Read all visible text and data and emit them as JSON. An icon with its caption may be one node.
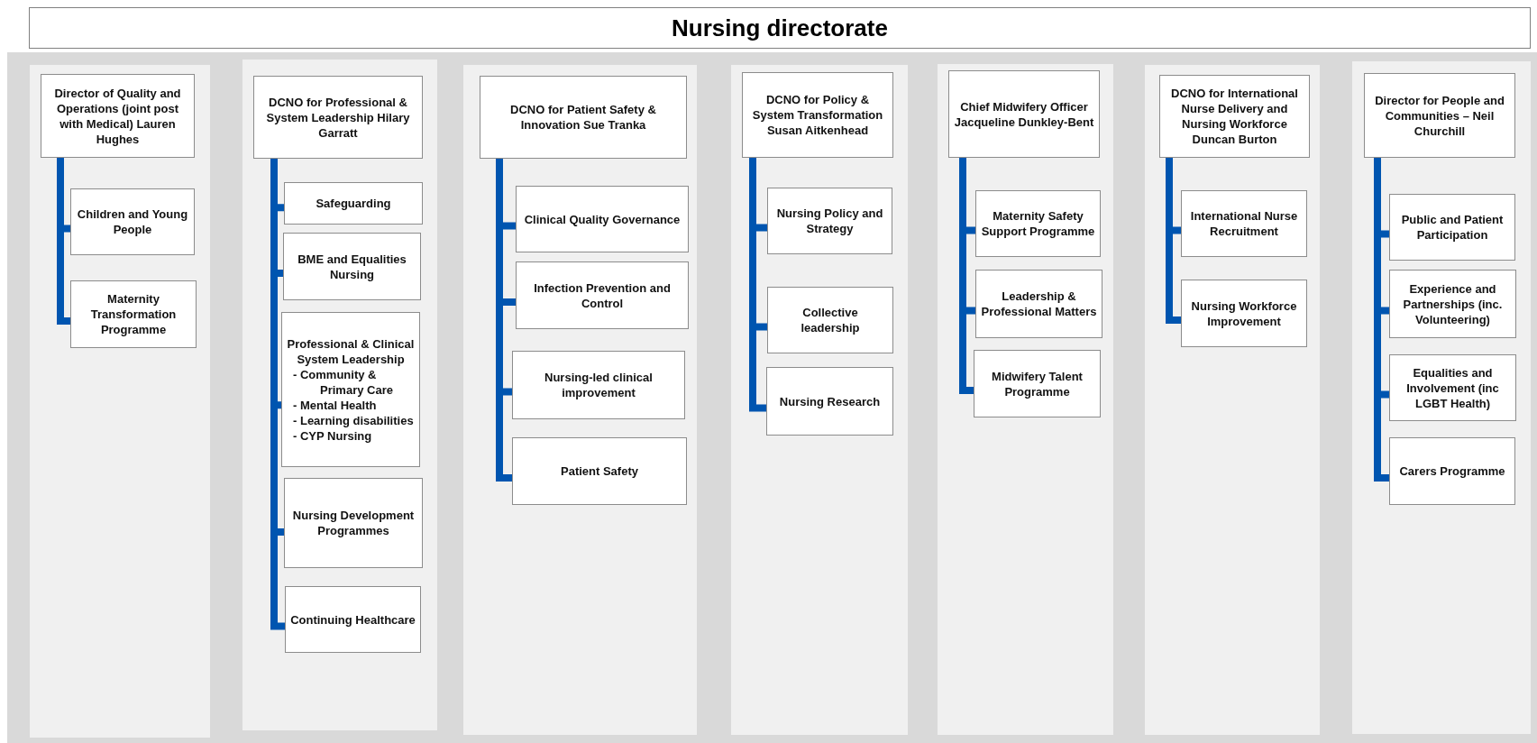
{
  "diagram": {
    "title": "Nursing directorate",
    "nodes": [
      {
        "text": [
          "Director of Quality and Operations (joint post with Medical) Lauren Hughes"
        ]
      },
      {
        "text": [
          "Children and Young People"
        ]
      },
      {
        "text": [
          "Maternity Transformation Programme"
        ]
      },
      {
        "text": [
          "DCNO for Professional & System Leadership Hilary Garratt"
        ]
      },
      {
        "text": [
          "Safeguarding"
        ]
      },
      {
        "text": [
          "BME and Equalities Nursing"
        ]
      },
      {
        "text": [
          "Professional & Clinical System Leadership",
          "- Community & Primary Care",
          "- Mental Health",
          "- Learning disabilities",
          "- CYP Nursing"
        ]
      },
      {
        "text": [
          "Nursing Development Programmes"
        ]
      },
      {
        "text": [
          "Continuing Healthcare"
        ]
      },
      {
        "text": [
          "DCNO for Patient Safety & Innovation Sue Tranka"
        ]
      },
      {
        "text": [
          "Clinical Quality Governance"
        ]
      },
      {
        "text": [
          "Infection Prevention and Control"
        ]
      },
      {
        "text": [
          "Nursing-led clinical improvement"
        ]
      },
      {
        "text": [
          "Patient Safety"
        ]
      },
      {
        "text": [
          "DCNO for Policy & System Transformation Susan Aitkenhead"
        ]
      },
      {
        "text": [
          "Nursing Policy and Strategy"
        ]
      },
      {
        "text": [
          "Collective leadership"
        ]
      },
      {
        "text": [
          "Nursing Research"
        ]
      },
      {
        "text": [
          "Chief Midwifery Officer Jacqueline Dunkley-Bent"
        ]
      },
      {
        "text": [
          "Maternity Safety Support Programme"
        ]
      },
      {
        "text": [
          "Leadership & Professional Matters"
        ]
      },
      {
        "text": [
          "Midwifery Talent Programme"
        ]
      },
      {
        "text": [
          "DCNO for International Nurse Delivery and Nursing Workforce Duncan Burton"
        ]
      },
      {
        "text": [
          "International Nurse Recruitment"
        ]
      },
      {
        "text": [
          "Nursing Workforce Improvement"
        ]
      },
      {
        "text": [
          "Director for People and Communities – Neil Churchill"
        ]
      },
      {
        "text": [
          "Public and Patient Participation"
        ]
      },
      {
        "text": [
          "Experience and Partnerships (inc. Volunteering)"
        ]
      },
      {
        "text": [
          "Equalities and Involvement (inc LGBT Health)"
        ]
      },
      {
        "text": [
          "Carers Programme"
        ]
      }
    ],
    "edges": [
      {
        "from": 0,
        "to": 1,
        "arrow": "none"
      },
      {
        "from": 0,
        "to": 2,
        "arrow": "none"
      },
      {
        "from": 3,
        "to": 4,
        "arrow": "none"
      },
      {
        "from": 3,
        "to": 5,
        "arrow": "none"
      },
      {
        "from": 3,
        "to": 6,
        "arrow": "none"
      },
      {
        "from": 3,
        "to": 7,
        "arrow": "none"
      },
      {
        "from": 3,
        "to": 8,
        "arrow": "none"
      },
      {
        "from": 9,
        "to": 10,
        "arrow": "none"
      },
      {
        "from": 9,
        "to": 11,
        "arrow": "none"
      },
      {
        "from": 9,
        "to": 12,
        "arrow": "none"
      },
      {
        "from": 9,
        "to": 13,
        "arrow": "none"
      },
      {
        "from": 14,
        "to": 15,
        "arrow": "none"
      },
      {
        "from": 14,
        "to": 16,
        "arrow": "none"
      },
      {
        "from": 14,
        "to": 17,
        "arrow": "none"
      },
      {
        "from": 18,
        "to": 19,
        "arrow": "none"
      },
      {
        "from": 18,
        "to": 20,
        "arrow": "none"
      },
      {
        "from": 18,
        "to": 21,
        "arrow": "none"
      },
      {
        "from": 22,
        "to": 23,
        "arrow": "none"
      },
      {
        "from": 22,
        "to": 24,
        "arrow": "none"
      },
      {
        "from": 25,
        "to": 26,
        "arrow": "none"
      },
      {
        "from": 25,
        "to": 27,
        "arrow": "none"
      },
      {
        "from": 25,
        "to": 28,
        "arrow": "none"
      },
      {
        "from": 25,
        "to": 29,
        "arrow": "none"
      }
    ]
  }
}
